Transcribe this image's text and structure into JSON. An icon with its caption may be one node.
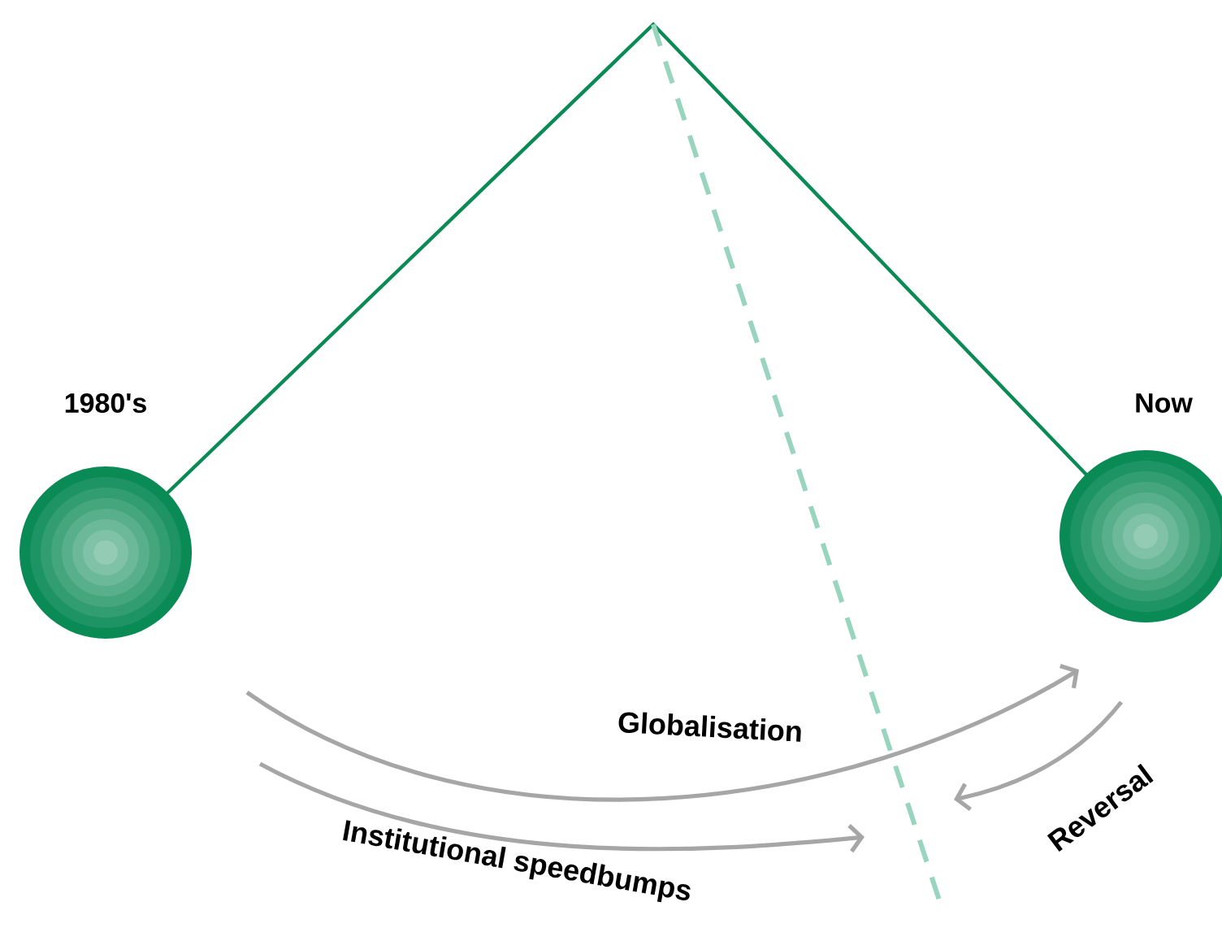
{
  "diagram": {
    "nodes": [
      {
        "text": [],
        "shape": "circle",
        "beside": [
          "1980's"
        ]
      },
      {
        "text": [],
        "shape": "circle",
        "beside": [
          "Now"
        ]
      }
    ],
    "labels": [
      "Globalisation",
      "Institutional speedbumps",
      "Reversal"
    ]
  }
}
